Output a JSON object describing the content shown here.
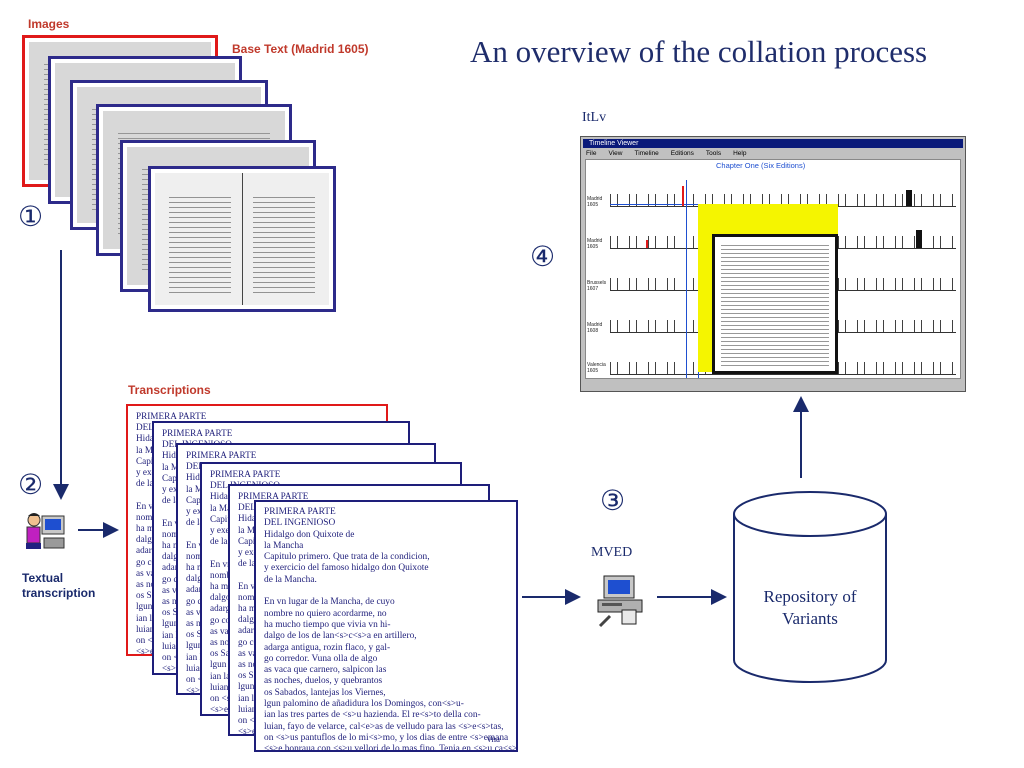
{
  "title": "An overview of the collation process",
  "labels": {
    "images": "Images",
    "base_text": "Base Text (Madrid 1605)",
    "transcriptions": "Transcriptions",
    "textual_transcription": "Textual transcription",
    "mved": "MVED",
    "itlv": "ItLv",
    "repository": "Repository of Variants"
  },
  "steps": {
    "s1": "①",
    "s2": "②",
    "s3": "③",
    "s4": "④"
  },
  "itlv_window": {
    "title_bar": "Timeline Viewer",
    "menu": [
      "File",
      "View",
      "Timeline",
      "Editions",
      "Tools",
      "Help"
    ],
    "chapter_heading": "Chapter One (Six Editions)",
    "editions": [
      "Madrid 1605",
      "Madrid 1605",
      "Brussels 1607",
      "Madrid 1608",
      "Valencia 1605"
    ]
  },
  "transcription_page_header": "PRIMERA PARTE",
  "transcription_text": "PRIMERA PARTE\nDEL INGENIOSO\nHidalgo don Quixote de\nla Mancha\nCapitulo primero. Que trata de la condicion,\ny exercicio del famoso hidalgo don Quixote\nde la Mancha.\n\nEn vn lugar de la Mancha, de cuyo\nnombre no quiero acordarme, no\nha mucho tiempo que vivia vn hi-\ndalgo de los de lan<s>c<s>a en artillero,\nadarga antigua, rozin flaco, y gal-\ngo corredor. Vuna olla de algo\nas vaca que carnero, salpicon las\nas noches, duelos, y quebrantos\nos Sabados, lantejas los Viernes,\nlgun palomino de añadidura los Domingos, con<s>u-\nian las tres partes de <s>u hazienda. El re<s>to della con-\nluian, fayo de velarce, cal<e>as de velludo para las <s>e<s>tas,\non <s>us pantuflos de lo mi<s>mo, y los dias de entre <s>emana\n<s>e honraua con <s>u vellori de lo mas fino. Tenia en <s>u ca<s>a",
  "transcription_footer": "vna",
  "colors": {
    "accent_red": "#e01919",
    "dark_blue": "#1e1e7a",
    "highlight_yellow": "#f5f500"
  }
}
